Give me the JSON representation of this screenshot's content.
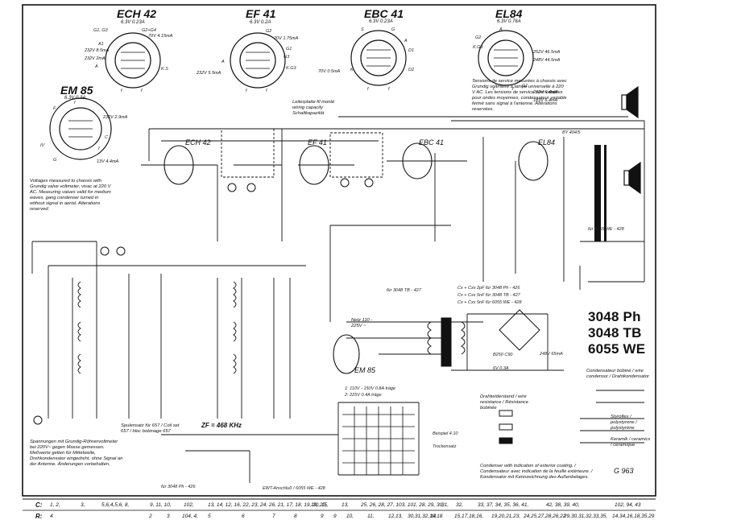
{
  "tubes": [
    {
      "id": "ech42",
      "name": "ECH 42",
      "spec": "6.3V 0.23A",
      "voltages": [
        "70V 4.15mA",
        "232V 8.5mA",
        "232V 2mA"
      ]
    },
    {
      "id": "ef41",
      "name": "EF 41",
      "spec": "6.3V 0.2A",
      "voltages": [
        "70V 1.75mA",
        "232V 5.5mA"
      ]
    },
    {
      "id": "ebc41",
      "name": "EBC 41",
      "spec": "6.3V 0.23A",
      "voltages": [
        "70V 0.5mA"
      ]
    },
    {
      "id": "el84",
      "name": "EL84",
      "spec": "6.3V 0.76A",
      "voltages": [
        "252V 46.5mA",
        "248V 44.5mA",
        "232V 6.4mA",
        "183V 6.4mA"
      ]
    },
    {
      "id": "em85",
      "name": "EM 85",
      "spec": "6.3V 0.3A",
      "voltages": [
        "232V 2.9mA",
        "13V 4.4mA"
      ]
    }
  ],
  "schematic_labels": {
    "ech42": "ECH 42",
    "ef41": "EF 41",
    "ebc41": "EBC 41",
    "el84": "EL84",
    "em85": "EM 85",
    "rectifier": "B250 C90",
    "output": "BY 404/5"
  },
  "tube_pins": {
    "ech42": [
      "G1, G3",
      "G2+G4",
      "A1",
      "A",
      "K.S",
      "f",
      "f"
    ],
    "ef41": [
      "G2",
      "G1",
      "G3",
      "K.G3",
      "A",
      "f",
      "f"
    ],
    "ebc41": [
      "S",
      "G",
      "A",
      "D1",
      "D2",
      "K",
      "f",
      "f"
    ],
    "el84": [
      "G2",
      "A",
      "K.G3",
      "G1",
      "f",
      "f"
    ],
    "em85": [
      "F",
      "f",
      "C",
      "G",
      "IV",
      "f"
    ]
  },
  "notes": {
    "french": "Tensions de service mesurées à chassis avec Grundig voltmètre à lampe universelle à 220 V AC. Les tensions de service sont valables pour ondes moyennes, condensateur variable fermé sans signal à l'antenne. Altérations reservées.",
    "english": "Voltages measured to chassis with Grundig valve voltmeter, vivac at 220 V AC. Measuring values valid for medium waves, gang condenser turned in without signal in aerial. Alterations reserved.",
    "german": "Spannungen mit Grundig-Röhrenvoltmeter bei 220V~ gegen Masse gemessen. Meßwerte gelten für Mittelwelle, Drehkondensator eingedreht, ohne Signal an der Antenne. Änderungen vorbehalten.",
    "wiring": "Leiterplatte fil monté wiring capacity Schaltkapazität",
    "zf": "ZF = 468 KHz",
    "mains": "Netz 110 - 225V ~",
    "fuse1": "1: 110V - 150V 0.8A träge",
    "fuse2": "2: 225V 0.4A träge",
    "fuse_values": "6V 0.3A",
    "rect_value": "248V 65mA",
    "coil": "Spulensatz für 657 / Coil set 657 / bloc bobinage 657",
    "condenser_table": [
      "Cx + Cxx 2pF für 3048 Ph - 426",
      "Cx + Cxx 5nF für 3048 TB - 427",
      "Cx + Cxx 5nF für 6055 WE - 428"
    ],
    "wire_resistance": "Drahtwiderstand / wire resistance / Résistance bobinée",
    "cond_indication": "Condensateur bobiné / wire condensor / Drahtkondensator",
    "styroflex": "Styroflex / polystyrene / polystyrène",
    "keramik": "Keramik / ceramics / céramique",
    "ext_coating": "Condenser with indication of exterior coating. / Condensateur avec indication de la feuille extérieure. / Kondensator mit Kennzeichnung des Außenbelages.",
    "example": "Beispiel 4.10",
    "trough": "Trockensatz",
    "ref_docs": [
      "für 3048 Ph - 426",
      "für 3048 TB - 427",
      "für 6055 WE - 428"
    ],
    "ewt": "EWT-Anschluß / 6055 WE - 428"
  },
  "models": [
    "3048 Ph",
    "3048 TB",
    "6055 WE"
  ],
  "drawing_no": "G 963",
  "grid_rows": {
    "c_label": "C:",
    "c_values": [
      "1, 2,",
      "3,",
      "5,6,4,5,6, 8,",
      "9, 11, 10,",
      "102,",
      "13, 14, 12, 16, 22, 23, 24, 26, 21, 17, 18, 19, 20, 15,",
      "19, 20,",
      "13,",
      "25, 26, 28, 27, 103, 101, 28, 29, 30,",
      "31,",
      "32,",
      "33, 37, 34, 35, 36, 41,",
      "42, 38, 39, 40,",
      "102, 94, 43"
    ],
    "r_label": "R:",
    "r_values": [
      "4",
      "2",
      "3",
      "104, 4,",
      "5",
      "6",
      "7",
      "8",
      "9",
      "9",
      "10,",
      "11,",
      "12,13,",
      "30,31,32,10,18",
      "14",
      "15,17,18,16,",
      "19,20,21,23,",
      "24,25,27,28,26,22",
      "29,30,31,32,33,35,",
      "14,34,16,18,35,29"
    ]
  }
}
